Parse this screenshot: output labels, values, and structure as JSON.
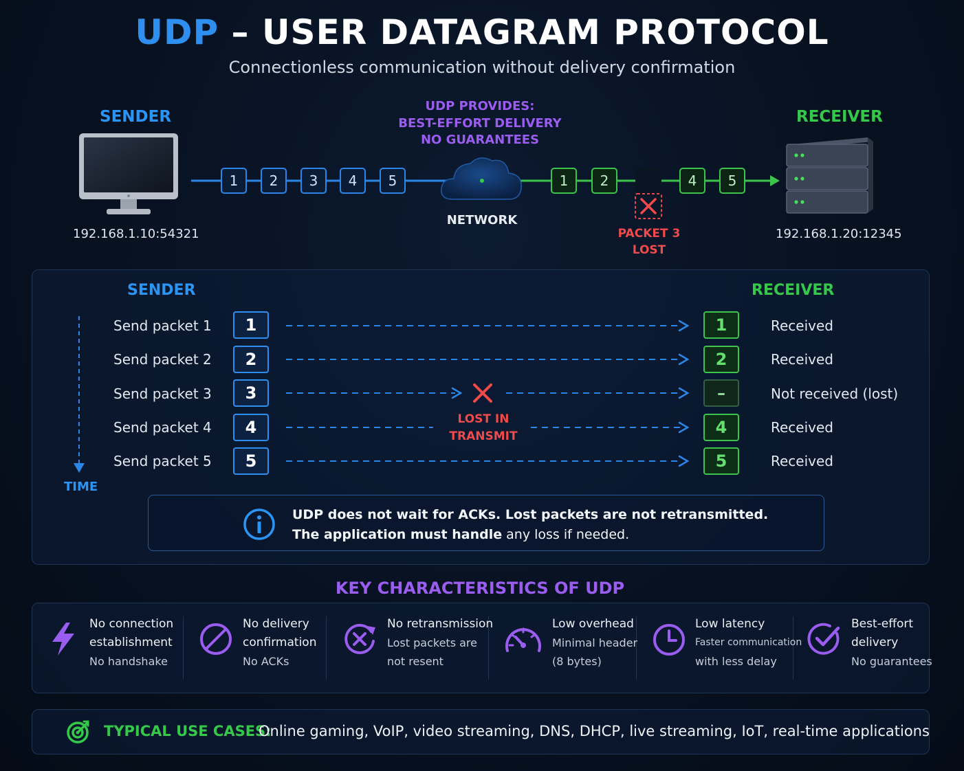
{
  "header": {
    "title_highlight": "UDP",
    "title_rest": " – USER DATAGRAM PROTOCOL",
    "subtitle": "Connectionless communication without delivery confirmation"
  },
  "top": {
    "sender_label": "SENDER",
    "receiver_label": "RECEIVER",
    "sender_ip": "192.168.1.10:54321",
    "receiver_ip": "192.168.1.20:12345",
    "provides_lines": [
      "UDP PROVIDES:",
      "BEST-EFFORT DELIVERY",
      "NO GUARANTEES"
    ],
    "network_label": "NETWORK",
    "sent_packets": [
      "1",
      "2",
      "3",
      "4",
      "5"
    ],
    "received_packets": [
      "1",
      "2",
      "4",
      "5"
    ],
    "lost_lines": [
      "PACKET 3",
      "LOST"
    ]
  },
  "timeline": {
    "sender_label": "SENDER",
    "receiver_label": "RECEIVER",
    "time_label": "TIME",
    "rows": [
      {
        "send": "Send packet 1",
        "num": "1",
        "recv": "1",
        "status": "Received",
        "lost": false
      },
      {
        "send": "Send packet 2",
        "num": "2",
        "recv": "2",
        "status": "Received",
        "lost": false
      },
      {
        "send": "Send packet 3",
        "num": "3",
        "recv": "–",
        "status": "Not received (lost)",
        "lost": true
      },
      {
        "send": "Send packet 4",
        "num": "4",
        "recv": "4",
        "status": "Received",
        "lost": false
      },
      {
        "send": "Send packet 5",
        "num": "5",
        "recv": "5",
        "status": "Received",
        "lost": false
      }
    ],
    "lost_lines": [
      "LOST IN",
      "TRANSMIT"
    ]
  },
  "info": {
    "line1": "UDP does not wait for ACKs. Lost packets are not retransmitted.",
    "line2_bold": "The application must handle",
    "line2_rest": " any loss if needed."
  },
  "characteristics": {
    "title": "KEY CHARACTERISTICS OF UDP",
    "items": [
      {
        "icon": "lightning-icon",
        "lines": [
          "No connection",
          "establishment"
        ],
        "sub": [
          "No handshake"
        ]
      },
      {
        "icon": "prohibited-icon",
        "lines": [
          "No delivery",
          "confirmation"
        ],
        "sub": [
          "No ACKs"
        ]
      },
      {
        "icon": "no-retransmit-icon",
        "lines": [
          "No retransmission"
        ],
        "sub": [
          "Lost packets are",
          "not resent"
        ]
      },
      {
        "icon": "speedometer-icon",
        "lines": [
          "Low overhead"
        ],
        "sub": [
          "Minimal header",
          "(8 bytes)"
        ]
      },
      {
        "icon": "clock-icon",
        "lines": [
          "Low latency"
        ],
        "sub": [
          "Faster communication",
          "with less delay"
        ]
      },
      {
        "icon": "check-circle-icon",
        "lines": [
          "Best-effort",
          "delivery"
        ],
        "sub": [
          "No guarantees"
        ]
      }
    ]
  },
  "use_cases": {
    "label": "TYPICAL USE CASES:",
    "text": "Online gaming, VoIP, video streaming, DNS, DHCP, live streaming, IoT, real-time applications"
  },
  "colors": {
    "blue": "#2b95f5",
    "green": "#35c94a",
    "purple": "#9b5cf0",
    "red": "#f04a4a"
  }
}
